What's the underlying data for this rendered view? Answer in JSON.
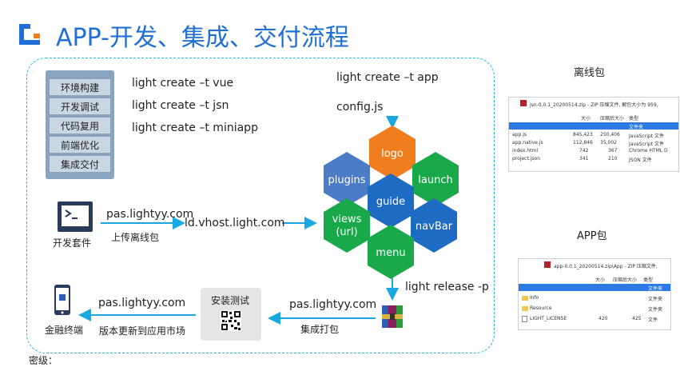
{
  "title": "APP-开发、集成、交付流程",
  "sidebar_items": [
    "环境构建",
    "开发调试",
    "代码复用",
    "前端优化",
    "集成交付"
  ],
  "commands": [
    "light create –t vue",
    "light create –t jsn",
    "light create –t miniapp"
  ],
  "top_command": "light create –t app",
  "config": "config.js",
  "hexagons": {
    "logo": "logo",
    "plugins": "plugins",
    "launch": "launch",
    "guide": "guide",
    "views_line1": "views",
    "views_line2": "(url)",
    "navbar": "navBar",
    "menu": "menu"
  },
  "dev_kit": "开发套件",
  "pas1": "pas.lightyy.com",
  "upload": "上传离线包",
  "vhost": "ld.vhost.light.com",
  "release": "light release -p",
  "pas2": "pas.lightyy.com",
  "integrate": "集成打包",
  "install_test": "安装测试",
  "pas3": "pas.lightyy.com",
  "version_update": "版本更新到应用市场",
  "finance": "金融终端",
  "secret": "密级：",
  "offline_title": "离线包",
  "app_title": "APP包",
  "offline_panel": {
    "path": "jsn-0.0.1_20200514.zip - ZIP 压缩文件, 解包大小为 959,",
    "headers": [
      "大小",
      "压缩后大小",
      "类型"
    ],
    "folder_row": "文件夹",
    "rows": [
      {
        "name": "app.js",
        "size": "845,423",
        "packed": "250,406",
        "type": "JavaScript 文件"
      },
      {
        "name": "app.native.js",
        "size": "112,846",
        "packed": "35,002",
        "type": "JavaScript 文件"
      },
      {
        "name": "index.html",
        "size": "742",
        "packed": "367",
        "type": "Chrome HTML D"
      },
      {
        "name": "project.json",
        "size": "341",
        "packed": "210",
        "type": "JSON 文件"
      }
    ]
  },
  "app_panel": {
    "path": "app-0.0.1_20200514.zip\\App - ZIP 压缩文件,",
    "headers": [
      "大小",
      "压缩后大小",
      "类型"
    ],
    "folder_row": "文件夹",
    "rows": [
      {
        "name": "Info",
        "size": "",
        "packed": "",
        "type": "文件夹"
      },
      {
        "name": "Resource",
        "size": "",
        "packed": "",
        "type": "文件夹"
      },
      {
        "name": "LIGHT_LICENSE",
        "size": "420",
        "packed": "425",
        "type": "文件"
      }
    ]
  },
  "colors": {
    "title": "#1f6fd6",
    "orange": "#f07d1e",
    "blue": "#1e6bc4",
    "green": "#19a94b",
    "purple_blue": "#4a7cc7",
    "arrow": "#1aa8e0"
  }
}
